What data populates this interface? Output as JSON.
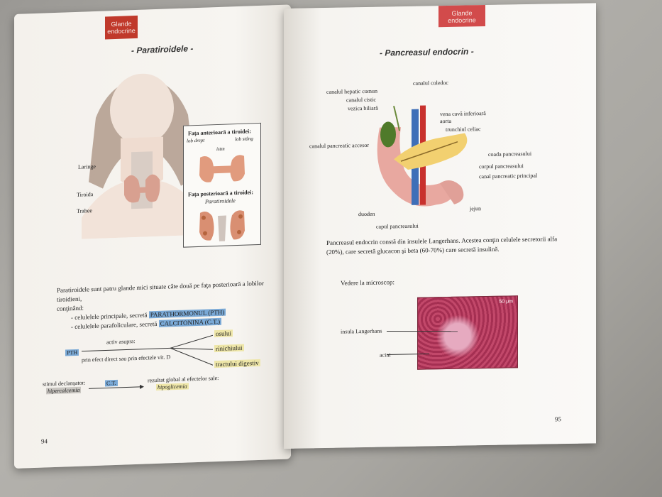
{
  "left_page": {
    "tab": "Glande endocrine",
    "title": "- Paratiroidele -",
    "inset": {
      "anterior_title": "Faţa anterioară a tiroidei:",
      "lob_drept": "lob drept",
      "lob_stang": "lob stâng",
      "istm": "istm",
      "posterior_title": "Faţa posterioară a tiroidei:",
      "paratiroidele": "Paratiroidele"
    },
    "neck_labels": {
      "laringe": "Laringe",
      "tiroida": "Tiroida",
      "trahee": "Trahee"
    },
    "paragraph": {
      "line1": "Paratiroidele sunt patru glande mici situate câte două pe faţa posterioară a lobilor tiroidieni,",
      "line2": "conţinând:",
      "item1_prefix": "- celulelele principale, secretă",
      "item1_hl": "PARATHORMONUL (PTH)",
      "item2_prefix": "- celulelele parafoliculare, secretă",
      "item2_hl": "CALCITONINA (C.T.)"
    },
    "diagram1": {
      "left_box": "PTH",
      "above_arrow": "activ asupra:",
      "below_arrow": "prin efect direct sau prin efectele vit. D",
      "targets": [
        "osului",
        "rinichiului",
        "tractului digestiv"
      ]
    },
    "diagram2": {
      "stimulus_label": "stimul declanşator:",
      "stimulus_value": "hipercalcemia",
      "middle_box": "C.T.",
      "result_label": "rezultat global al efectelor sale:",
      "result_value": "hipoglicemia"
    },
    "page_number": "94"
  },
  "right_page": {
    "tab": "Glande endocrine",
    "title": "- Pancreasul endocrin -",
    "figure_labels": {
      "canalul_hepatic_comun": "canalul hepatic comun",
      "canalul_cistic": "canalul cistic",
      "vezica_biliara": "vezica biliară",
      "canalul_coledoc": "canalul coledoc",
      "vena_cava": "vena cavă inferioară",
      "aorta": "aorta",
      "trunchiul_celiac": "trunchiul celiac",
      "canalul_accesor": "canalul pancreatic accesor",
      "coada": "coada pancreasului",
      "corpul": "corpul pancreasului",
      "canal_principal": "canal pancreatic principal",
      "duoden": "duoden",
      "jejun": "jejun",
      "capul": "capul pancreasului"
    },
    "paragraph": "Pancreasul endocrin constă din insulele Langerhans.  Acestea conţin celulele secretorii alfa (20%), care secretă glucacon şi beta (60-70%) care secretă insulină.",
    "micro_title": "Vedere la microscop:",
    "micro_labels": {
      "insula": "insula Langerhans",
      "acini": "acini",
      "scale": "50 μm"
    },
    "page_number": "95"
  }
}
